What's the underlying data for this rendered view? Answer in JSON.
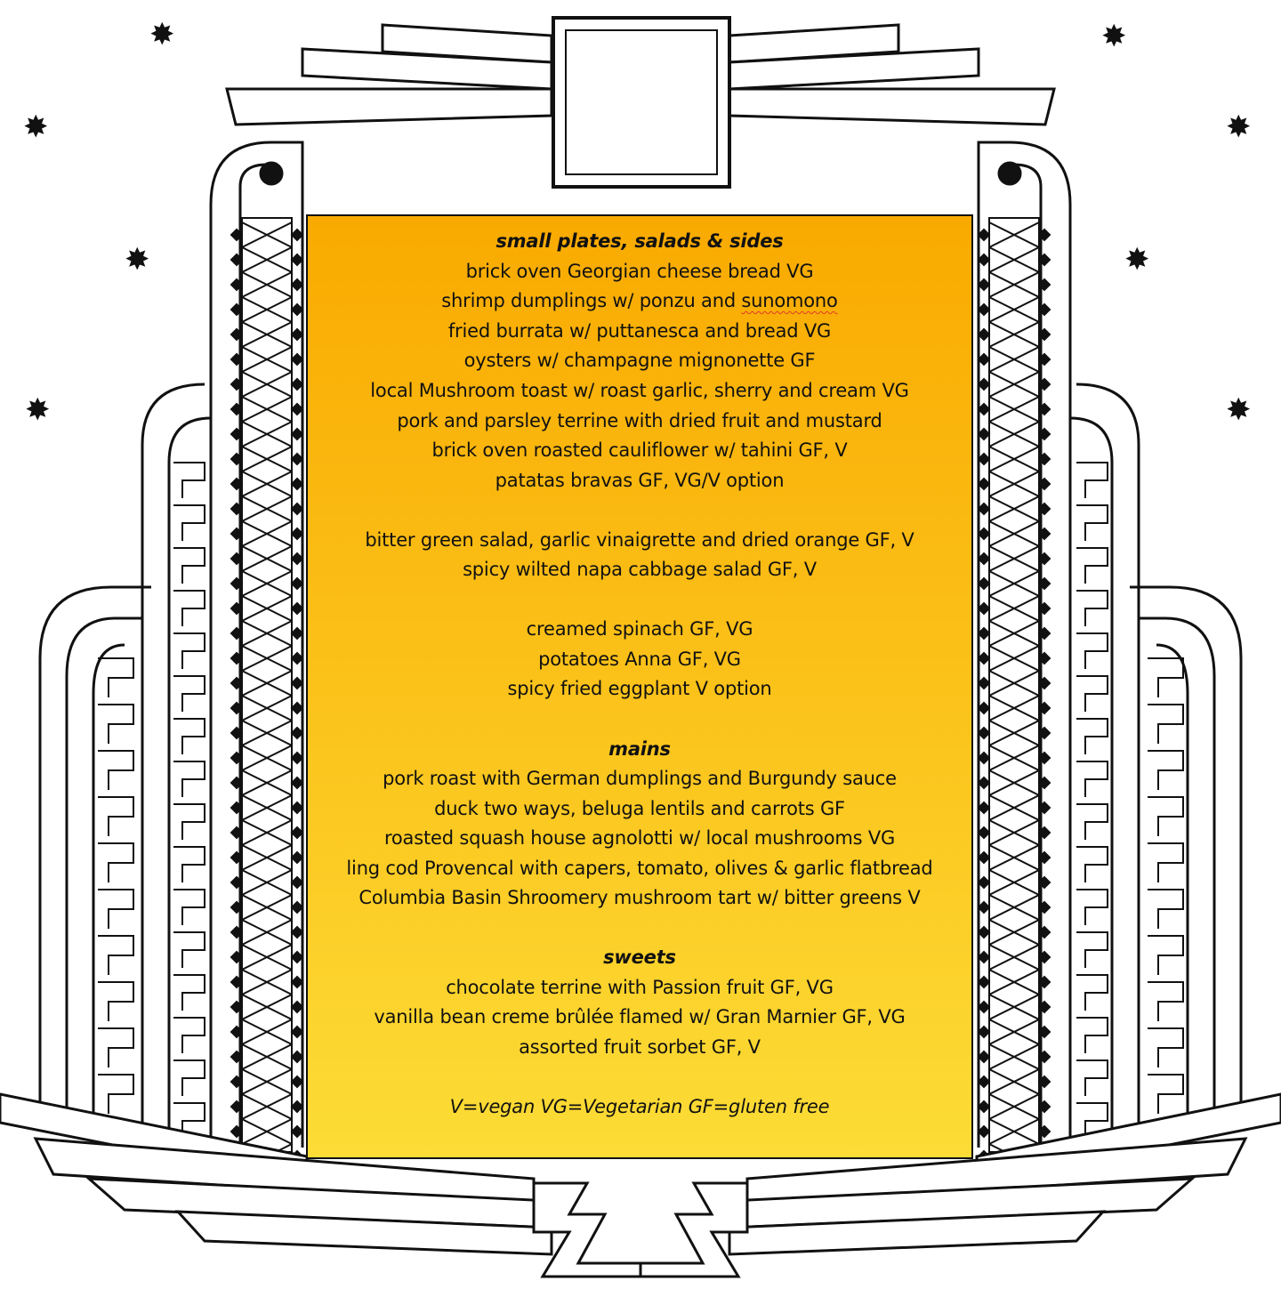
{
  "sections": [
    {
      "title": "small plates, salads & sides",
      "groups": [
        [
          "brick oven Georgian cheese bread  VG",
          "shrimp dumplings w/ ponzu and sunomono",
          "fried burrata w/ puttanesca and bread  VG",
          "oysters w/ champagne mignonette  GF",
          "local Mushroom toast w/ roast garlic, sherry and cream  VG",
          "pork and parsley terrine with dried fruit and mustard",
          "brick oven roasted cauliflower w/ tahini  GF, V",
          "patatas bravas  GF, VG/V option"
        ],
        [
          "bitter green salad, garlic vinaigrette and dried orange  GF, V",
          "spicy wilted napa cabbage salad  GF, V"
        ],
        [
          "creamed spinach  GF, VG",
          "potatoes Anna  GF, VG",
          "spicy fried eggplant  V option"
        ]
      ]
    },
    {
      "title": "mains",
      "groups": [
        [
          "pork roast with German dumplings and Burgundy sauce",
          "duck two ways, beluga lentils and carrots  GF",
          "roasted squash house agnolotti w/ local mushrooms  VG",
          "ling cod Provencal with capers, tomato, olives & garlic flatbread",
          "Columbia Basin Shroomery mushroom tart w/ bitter greens  V"
        ]
      ]
    },
    {
      "title": "sweets",
      "groups": [
        [
          "chocolate terrine with Passion fruit  GF, VG",
          "vanilla bean creme brûlée flamed w/ Gran Marnier  GF, VG",
          "assorted fruit sorbet  GF, V"
        ]
      ]
    }
  ],
  "legend": "V=vegan  VG=Vegetarian  GF=gluten free",
  "colors": {
    "panel_top": "#f9aa00",
    "panel_bottom": "#fcdc36",
    "ink": "#111111"
  }
}
